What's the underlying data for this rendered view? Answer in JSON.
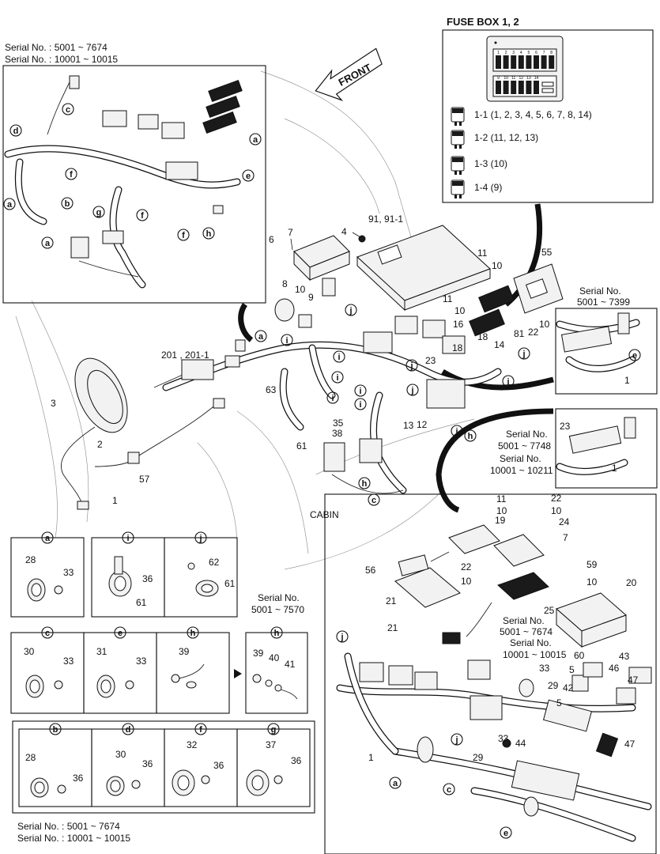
{
  "serial_top_left": [
    "Serial No. : 5001 ~ 7674",
    "Serial No. : 10001 ~ 10015"
  ],
  "serial_bottom_left": [
    "Serial No. : 5001 ~ 7674",
    "Serial No. : 10001 ~ 10015"
  ],
  "front_label": "FRONT",
  "cabin_label": "CABIN",
  "fuse_box": {
    "title": "FUSE BOX 1, 2",
    "fuses": [
      {
        "label": "1-1 (1, 2, 3, 4, 5, 6, 7, 8, 14)"
      },
      {
        "label": "1-2 (11, 12, 13)"
      },
      {
        "label": "1-3 (10)"
      },
      {
        "label": "1-4 (9)"
      }
    ],
    "slot_numbers_top": [
      "1",
      "2",
      "3",
      "4",
      "5",
      "6",
      "7",
      "8"
    ],
    "slot_numbers_bottom": [
      "9",
      "10",
      "11",
      "12",
      "13",
      "14"
    ]
  },
  "serial_right_1": [
    "Serial No.",
    "5001 ~ 7399"
  ],
  "serial_right_2": [
    "Serial No.",
    "5001 ~ 7748",
    "Serial No.",
    "10001 ~ 10211"
  ],
  "serial_h_box": [
    "Serial No.",
    "5001 ~ 7570"
  ],
  "serial_bottom_right": [
    "Serial No.",
    "5001 ~ 7674",
    "Serial No.",
    "10001 ~ 10015"
  ],
  "detail_letters": {
    "a": "a",
    "b": "b",
    "c": "c",
    "d": "d",
    "e": "e",
    "f": "f",
    "g": "g",
    "h": "h",
    "i": "i",
    "j": "j"
  },
  "part_numbers": {
    "p1": "1",
    "p2": "2",
    "p3": "3",
    "p4": "4",
    "p5": "5",
    "p6": "6",
    "p7": "7",
    "p8": "8",
    "p9": "9",
    "p10": "10",
    "p11": "11",
    "p12": "12",
    "p13": "13",
    "p14": "14",
    "p16": "16",
    "p18": "18",
    "p19": "19",
    "p20": "20",
    "p21": "21",
    "p22": "22",
    "p23": "23",
    "p24": "24",
    "p25": "25",
    "p28": "28",
    "p29": "29",
    "p30": "30",
    "p31": "31",
    "p32": "32",
    "p33": "33",
    "p35": "35",
    "p36": "36",
    "p37": "37",
    "p38": "38",
    "p39": "39",
    "p40": "40",
    "p41": "41",
    "p42": "42",
    "p43": "43",
    "p44": "44",
    "p46": "46",
    "p47": "47",
    "p55": "55",
    "p56": "56",
    "p57": "57",
    "p59": "59",
    "p60": "60",
    "p61": "61",
    "p62": "62",
    "p63": "63",
    "p81": "81",
    "p91": "91, 91-1",
    "p201": "201 , 201-1"
  }
}
